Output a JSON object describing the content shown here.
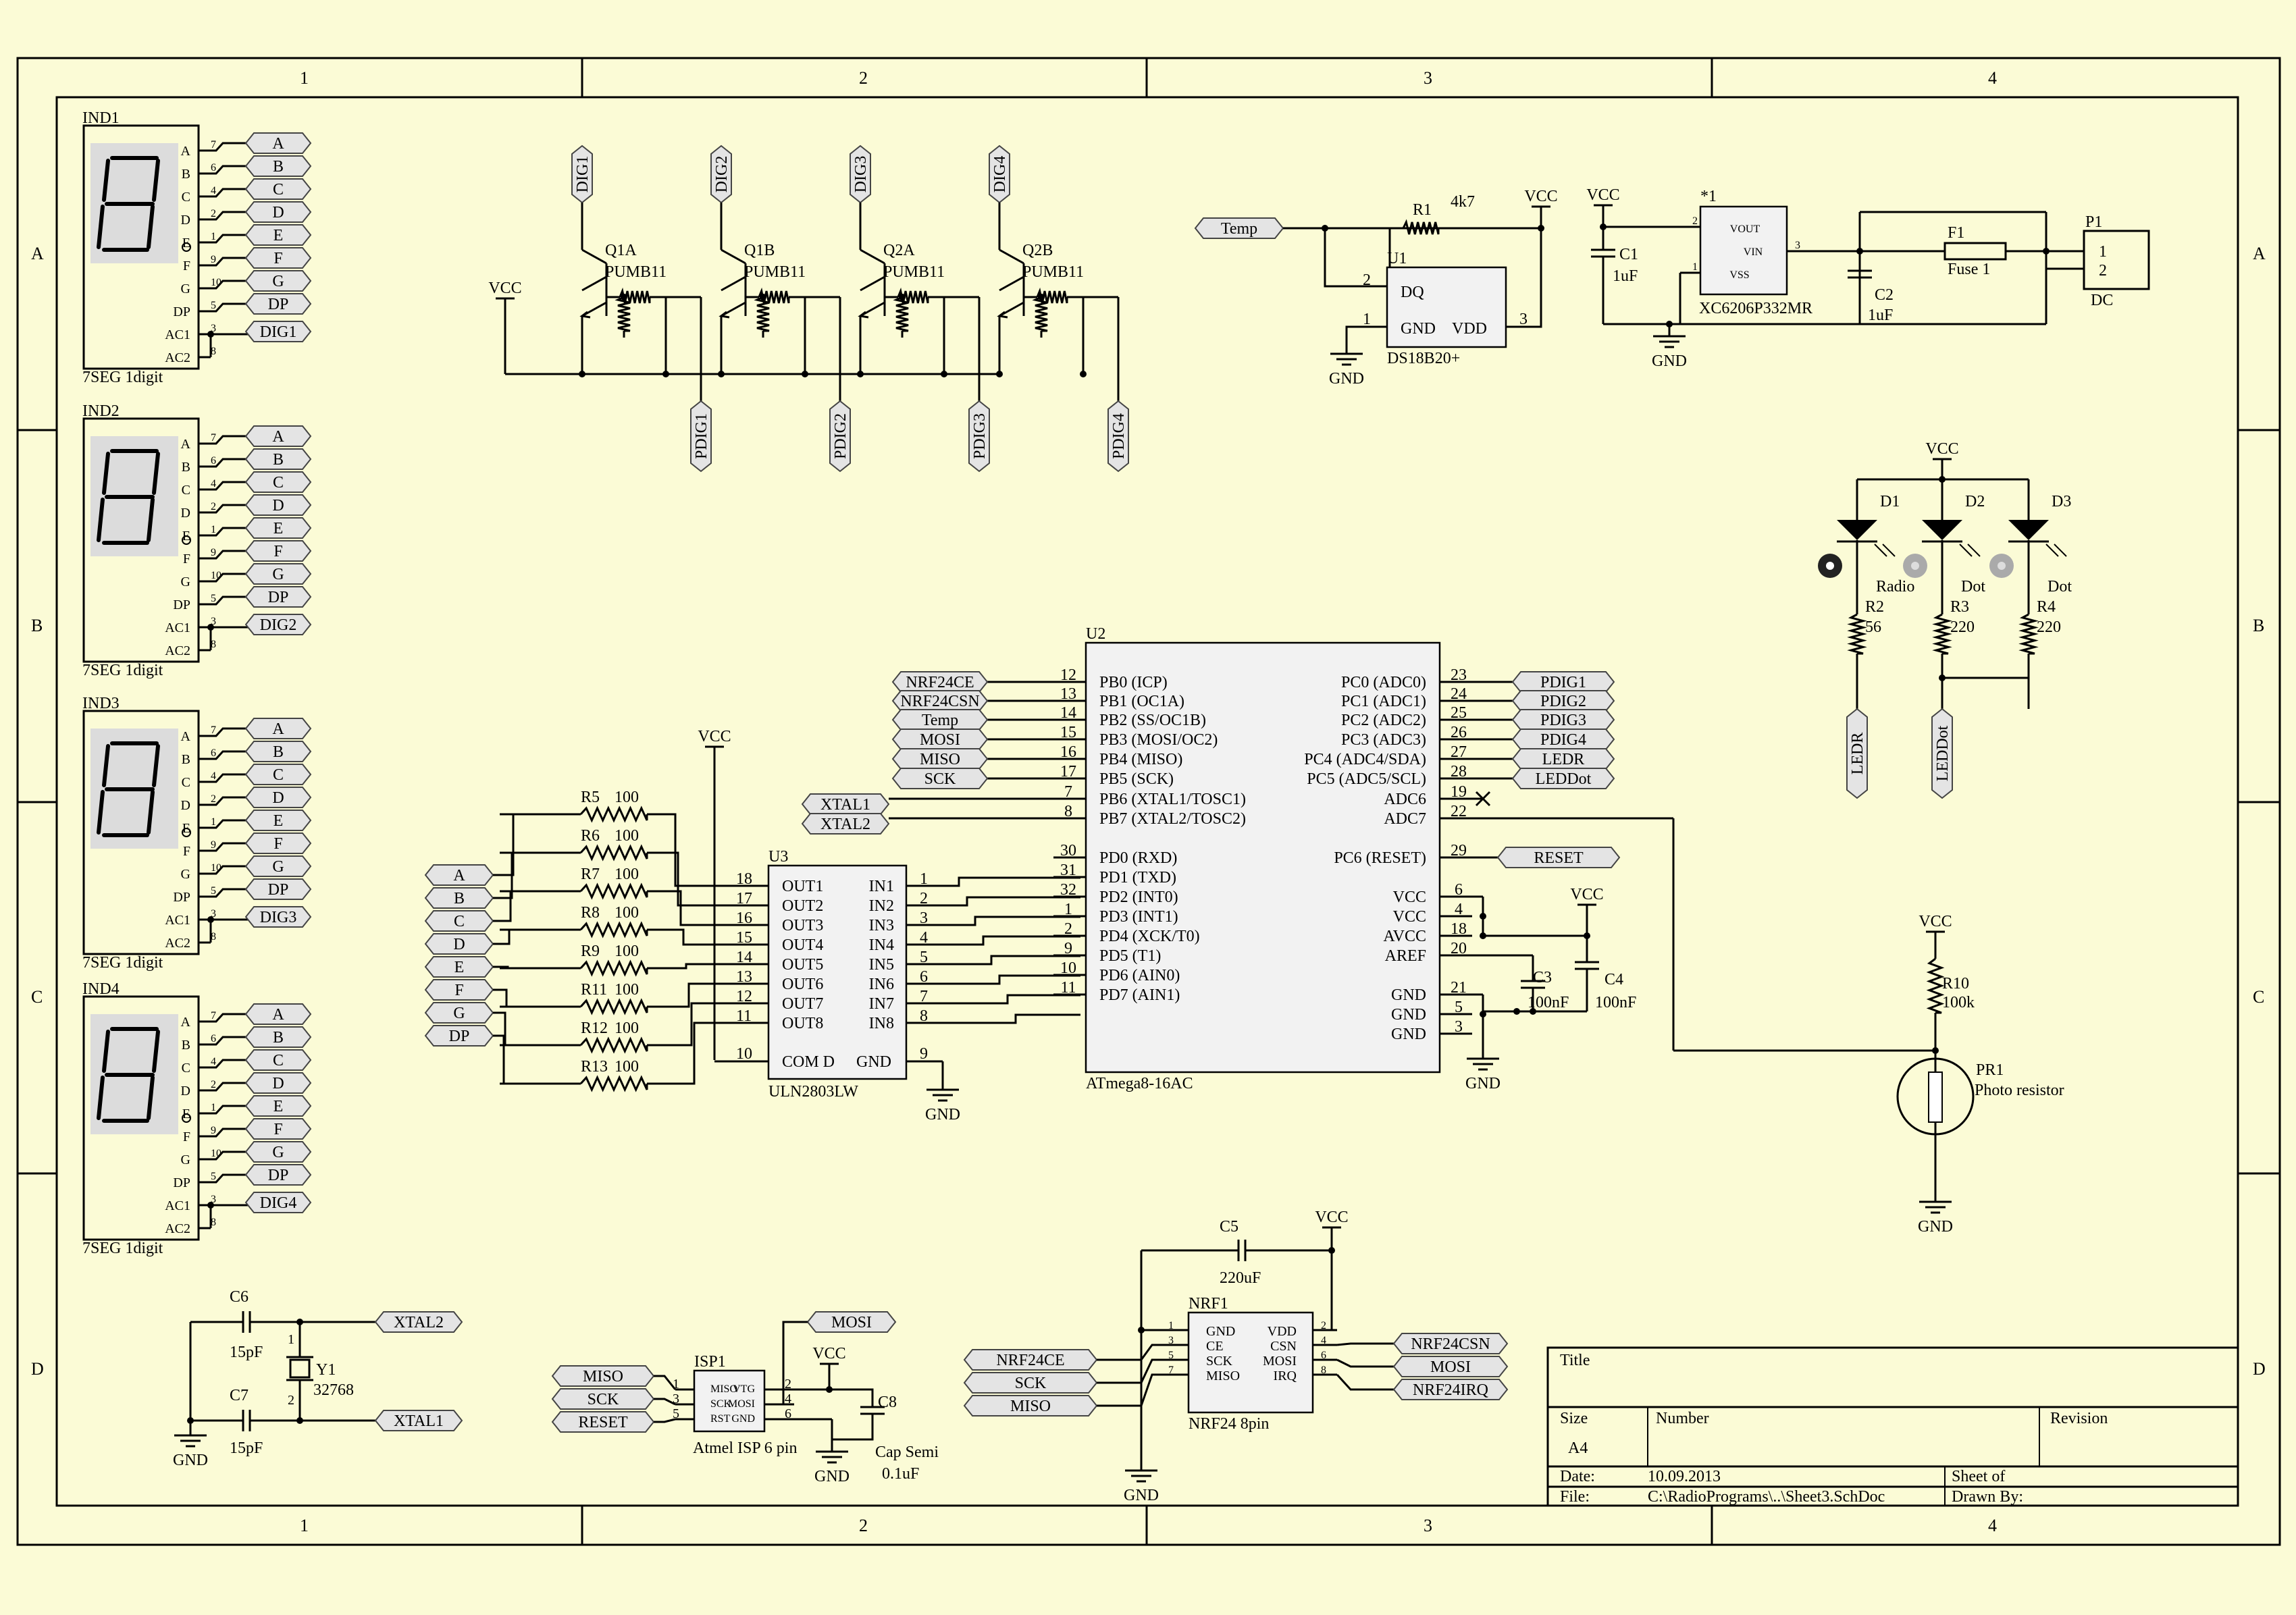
{
  "frame": {
    "cols": [
      "1",
      "2",
      "3",
      "4"
    ],
    "rows": [
      "A",
      "B",
      "C",
      "D"
    ]
  },
  "displays": [
    {
      "name": "IND1",
      "type": "7SEG 1digit",
      "dig": "DIG1"
    },
    {
      "name": "IND2",
      "type": "7SEG 1digit",
      "dig": "DIG2"
    },
    {
      "name": "IND3",
      "type": "7SEG 1digit",
      "dig": "DIG3"
    },
    {
      "name": "IND4",
      "type": "7SEG 1digit",
      "dig": "DIG4"
    }
  ],
  "seg_pins": [
    "A",
    "B",
    "C",
    "D",
    "E",
    "F",
    "G",
    "DP",
    "AC1",
    "AC2"
  ],
  "seg_ports": [
    "A",
    "B",
    "C",
    "D",
    "E",
    "F",
    "G",
    "DP"
  ],
  "seg_pin_nums": [
    "7",
    "6",
    "4",
    "2",
    "1",
    "9",
    "10",
    "5",
    "3",
    "8"
  ],
  "transistors": [
    {
      "name": "Q1A",
      "part": "PUMB11",
      "dig": "DIG1",
      "pdig": "PDIG1"
    },
    {
      "name": "Q1B",
      "part": "PUMB11",
      "dig": "DIG2",
      "pdig": "PDIG2"
    },
    {
      "name": "Q2A",
      "part": "PUMB11",
      "dig": "DIG3",
      "pdig": "PDIG3"
    },
    {
      "name": "Q2B",
      "part": "PUMB11",
      "dig": "DIG4",
      "pdig": "PDIG4"
    }
  ],
  "vcc": "VCC",
  "gnd": "GND",
  "sensor": {
    "ref": "U1",
    "part": "DS18B20+",
    "net": "Temp",
    "r": "R1",
    "r_val": "4k7",
    "pin_dq": "DQ",
    "pin_gnd": "GND",
    "pin_vdd": "VDD",
    "p2": "2",
    "p1": "1",
    "p3": "3"
  },
  "regulator": {
    "ref": "*1",
    "part": "XC6206P332MR",
    "vout": "VOUT",
    "vin": "VIN",
    "vss": "VSS",
    "c1": "C1",
    "c1v": "1uF",
    "c2": "C2",
    "c2v": "1uF",
    "fuse": "F1",
    "fuse_name": "Fuse 1",
    "conn": "P1",
    "conn_name": "DC",
    "p1": "1",
    "p2": "2",
    "pin2": "2",
    "pin3": "3",
    "pin1": "1"
  },
  "leds": [
    {
      "d": "D1",
      "label": "Radio",
      "r": "R2",
      "rv": "56",
      "net": "LEDR"
    },
    {
      "d": "D2",
      "label": "Dot",
      "r": "R3",
      "rv": "220",
      "net": "LEDDot"
    },
    {
      "d": "D3",
      "label": "Dot",
      "r": "R4",
      "rv": "220",
      "net": ""
    }
  ],
  "mcu": {
    "ref": "U2",
    "part": "ATmega8-16AC",
    "left": [
      {
        "pin": "12",
        "name": "PB0 (ICP)",
        "net": "NRF24CE"
      },
      {
        "pin": "13",
        "name": "PB1 (OC1A)",
        "net": "NRF24CSN"
      },
      {
        "pin": "14",
        "name": "PB2 (SS/OC1B)",
        "net": "Temp"
      },
      {
        "pin": "15",
        "name": "PB3 (MOSI/OC2)",
        "net": "MOSI"
      },
      {
        "pin": "16",
        "name": "PB4 (MISO)",
        "net": "MISO"
      },
      {
        "pin": "17",
        "name": "PB5 (SCK)",
        "net": "SCK"
      },
      {
        "pin": "7",
        "name": "PB6 (XTAL1/TOSC1)",
        "net": "XTAL1"
      },
      {
        "pin": "8",
        "name": "PB7 (XTAL2/TOSC2)",
        "net": "XTAL2"
      },
      {
        "pin": "30",
        "name": "PD0 (RXD)",
        "net": ""
      },
      {
        "pin": "31",
        "name": "PD1 (TXD)",
        "net": ""
      },
      {
        "pin": "32",
        "name": "PD2 (INT0)",
        "net": ""
      },
      {
        "pin": "1",
        "name": "PD3 (INT1)",
        "net": ""
      },
      {
        "pin": "2",
        "name": "PD4 (XCK/T0)",
        "net": ""
      },
      {
        "pin": "9",
        "name": "PD5 (T1)",
        "net": ""
      },
      {
        "pin": "10",
        "name": "PD6 (AIN0)",
        "net": ""
      },
      {
        "pin": "11",
        "name": "PD7 (AIN1)",
        "net": ""
      }
    ],
    "right": [
      {
        "pin": "23",
        "name": "PC0 (ADC0)",
        "net": "PDIG1"
      },
      {
        "pin": "24",
        "name": "PC1 (ADC1)",
        "net": "PDIG2"
      },
      {
        "pin": "25",
        "name": "PC2 (ADC2)",
        "net": "PDIG3"
      },
      {
        "pin": "26",
        "name": "PC3 (ADC3)",
        "net": "PDIG4"
      },
      {
        "pin": "27",
        "name": "PC4 (ADC4/SDA)",
        "net": "LEDR"
      },
      {
        "pin": "28",
        "name": "PC5 (ADC5/SCL)",
        "net": "LEDDot"
      },
      {
        "pin": "19",
        "name": "ADC6",
        "net": ""
      },
      {
        "pin": "22",
        "name": "ADC7",
        "net": ""
      },
      {
        "pin": "29",
        "name": "PC6 (RESET)",
        "net": "RESET"
      },
      {
        "pin": "6",
        "name": "VCC",
        "net": ""
      },
      {
        "pin": "4",
        "name": "VCC",
        "net": ""
      },
      {
        "pin": "18",
        "name": "AVCC",
        "net": ""
      },
      {
        "pin": "20",
        "name": "AREF",
        "net": ""
      },
      {
        "pin": "21",
        "name": "GND",
        "net": ""
      },
      {
        "pin": "5",
        "name": "GND",
        "net": ""
      },
      {
        "pin": "3",
        "name": "GND",
        "net": ""
      }
    ],
    "c3": "C3",
    "c3v": "100nF",
    "c4": "C4",
    "c4v": "100nF"
  },
  "driver": {
    "ref": "U3",
    "part": "ULN2803LW",
    "rows": [
      {
        "out": "OUT1",
        "outpin": "18",
        "in": "IN1",
        "inpin": "1",
        "r": "R5",
        "net": "A"
      },
      {
        "out": "OUT2",
        "outpin": "17",
        "in": "IN2",
        "inpin": "2",
        "r": "R6",
        "net": "B"
      },
      {
        "out": "OUT3",
        "outpin": "16",
        "in": "IN3",
        "inpin": "3",
        "r": "R7",
        "net": "C"
      },
      {
        "out": "OUT4",
        "outpin": "15",
        "in": "IN4",
        "inpin": "4",
        "r": "R8",
        "net": "D"
      },
      {
        "out": "OUT5",
        "outpin": "14",
        "in": "IN5",
        "inpin": "5",
        "r": "R9",
        "net": "E"
      },
      {
        "out": "OUT6",
        "outpin": "13",
        "in": "IN6",
        "inpin": "6",
        "r": "R11",
        "net": "F"
      },
      {
        "out": "OUT7",
        "outpin": "12",
        "in": "IN7",
        "inpin": "7",
        "r": "R12",
        "net": "G"
      },
      {
        "out": "OUT8",
        "outpin": "11",
        "in": "IN8",
        "inpin": "8",
        "r": "R13",
        "net": "DP"
      }
    ],
    "rval": "100",
    "com": "COM D",
    "gnd": "GND",
    "compin": "10",
    "gndpin": "9"
  },
  "photo": {
    "r": "R10",
    "rv": "100k",
    "ref": "PR1",
    "name": "Photo resistor"
  },
  "crystal": {
    "c6": "C6",
    "c6v": "15pF",
    "c7": "C7",
    "c7v": "15pF",
    "y": "Y1",
    "yv": "32768",
    "xtal2": "XTAL2",
    "xtal1": "XTAL1",
    "p1": "1",
    "p2": "2"
  },
  "isp": {
    "ref": "ISP1",
    "name": "Atmel ISP 6 pin",
    "nets": [
      "MISO",
      "SCK",
      "RESET"
    ],
    "mosi": "MOSI",
    "pins_l": [
      "MISO",
      "SCK",
      "RST"
    ],
    "pins_r": [
      "VTG",
      "MOSI",
      "GND"
    ],
    "nl": [
      "1",
      "3",
      "5"
    ],
    "nr": [
      "2",
      "4",
      "6"
    ],
    "c8": "C8",
    "c8name": "Cap Semi",
    "c8v": "0.1uF"
  },
  "nrf": {
    "ref": "NRF1",
    "name": "NRF24 8pin",
    "c5": "C5",
    "c5v": "220uF",
    "left_nets": [
      "NRF24CE",
      "SCK",
      "MISO"
    ],
    "right_nets": [
      "NRF24CSN",
      "MOSI",
      "NRF24IRQ"
    ],
    "pins_l": [
      "GND",
      "CE",
      "SCK",
      "MISO"
    ],
    "pins_r": [
      "VDD",
      "CSN",
      "MOSI",
      "IRQ"
    ],
    "nl": [
      "1",
      "3",
      "5",
      "7"
    ],
    "nr": [
      "2",
      "4",
      "6",
      "8"
    ]
  },
  "titleblock": {
    "title_label": "Title",
    "size_label": "Size",
    "size": "A4",
    "number_label": "Number",
    "revision_label": "Revision",
    "date_label": "Date:",
    "date": "10.09.2013",
    "sheet_label": "Sheet    of",
    "file_label": "File:",
    "file": "C:\\RadioPrograms\\..\\Sheet3.SchDoc",
    "drawn_label": "Drawn By:"
  }
}
